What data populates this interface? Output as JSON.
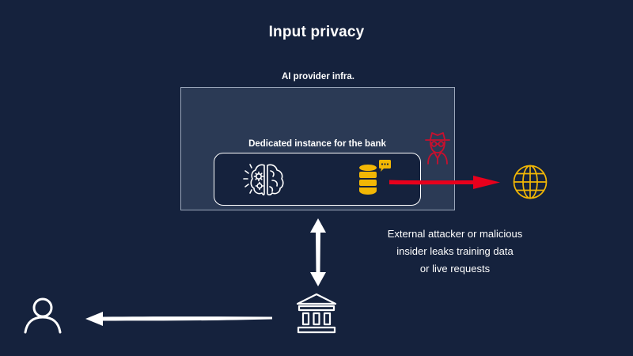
{
  "title": "Input privacy",
  "provider": {
    "label": "AI provider  infra."
  },
  "instance": {
    "label": "Dedicated instance for the bank"
  },
  "caption": {
    "lines": [
      "External attacker or malicious",
      "insider leaks training data",
      "or live requests"
    ]
  },
  "colors": {
    "background": "#15223d",
    "provider_box": "#2b3a55",
    "leak_arrow": "#e8001c",
    "attacker": "#c8102e",
    "database": "#f2b705",
    "globe": "#f2b705",
    "white": "#ffffff"
  },
  "icons": {
    "ai_brain": "brain-gear-icon",
    "database": "database-chat-icon",
    "attacker": "hacker-spy-icon",
    "internet": "globe-icon",
    "bank": "bank-icon",
    "user": "user-icon"
  }
}
